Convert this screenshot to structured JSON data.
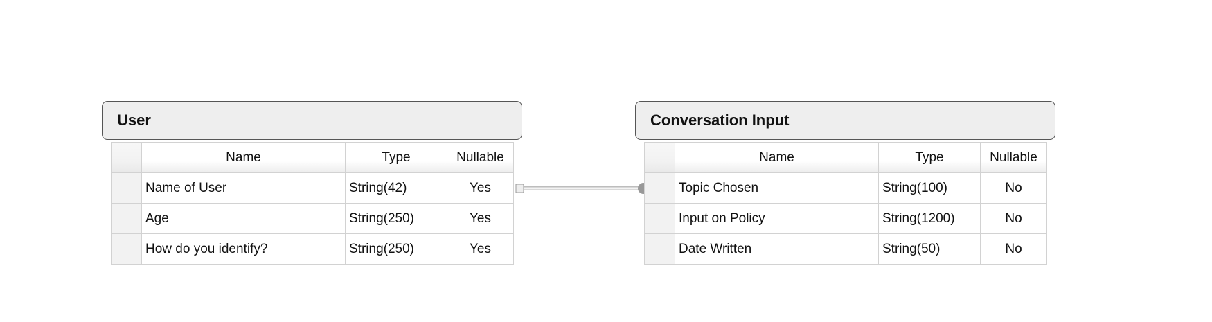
{
  "columns": {
    "name": "Name",
    "type": "Type",
    "nullable": "Nullable"
  },
  "entities": [
    {
      "title": "User",
      "rows": [
        {
          "name": "Name of User",
          "type": "String(42)",
          "nullable": "Yes"
        },
        {
          "name": "Age",
          "type": "String(250)",
          "nullable": "Yes"
        },
        {
          "name": "How do you identify?",
          "type": "String(250)",
          "nullable": "Yes"
        }
      ]
    },
    {
      "title": "Conversation Input",
      "rows": [
        {
          "name": "Topic Chosen",
          "type": "String(100)",
          "nullable": "No"
        },
        {
          "name": "Input on Policy",
          "type": "String(1200)",
          "nullable": "No"
        },
        {
          "name": "Date Written",
          "type": "String(50)",
          "nullable": "No"
        }
      ]
    }
  ],
  "colors": {
    "header_fill": "#eeeeee",
    "border": "#555555",
    "grid": "#d2d2d2",
    "connector": "#999999"
  }
}
